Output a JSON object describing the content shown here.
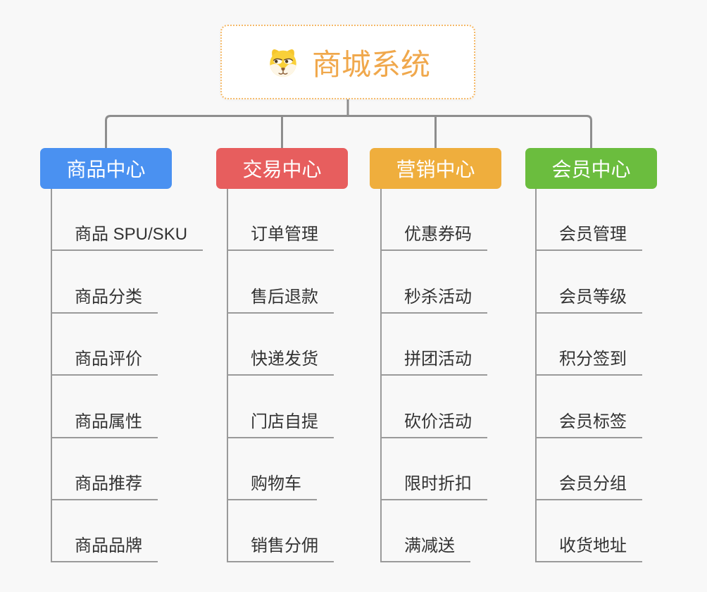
{
  "root": {
    "label": "商城系统",
    "icon": "shiba-dog-icon",
    "text_color": "#f0a84c",
    "border_color": "#f5b968",
    "background": "#ffffff"
  },
  "branches": [
    {
      "label": "商品中心",
      "color": "#4a91f1",
      "children": [
        "商品 SPU/SKU",
        "商品分类",
        "商品评价",
        "商品属性",
        "商品推荐",
        "商品品牌"
      ]
    },
    {
      "label": "交易中心",
      "color": "#e75e5e",
      "children": [
        "订单管理",
        "售后退款",
        "快递发货",
        "门店自提",
        "购物车",
        "销售分佣"
      ]
    },
    {
      "label": "营销中心",
      "color": "#efae3d",
      "children": [
        "优惠券码",
        "秒杀活动",
        "拼团活动",
        "砍价活动",
        "限时折扣",
        "满减送"
      ]
    },
    {
      "label": "会员中心",
      "color": "#6bbd3e",
      "children": [
        "会员管理",
        "会员等级",
        "积分签到",
        "会员标签",
        "会员分组",
        "收货地址"
      ]
    }
  ],
  "colors": {
    "connector": "#8e8e8e",
    "child_line": "#9a9a9a",
    "child_text": "#333333",
    "branch_text": "#ffffff",
    "background": "#f8f8f8"
  }
}
